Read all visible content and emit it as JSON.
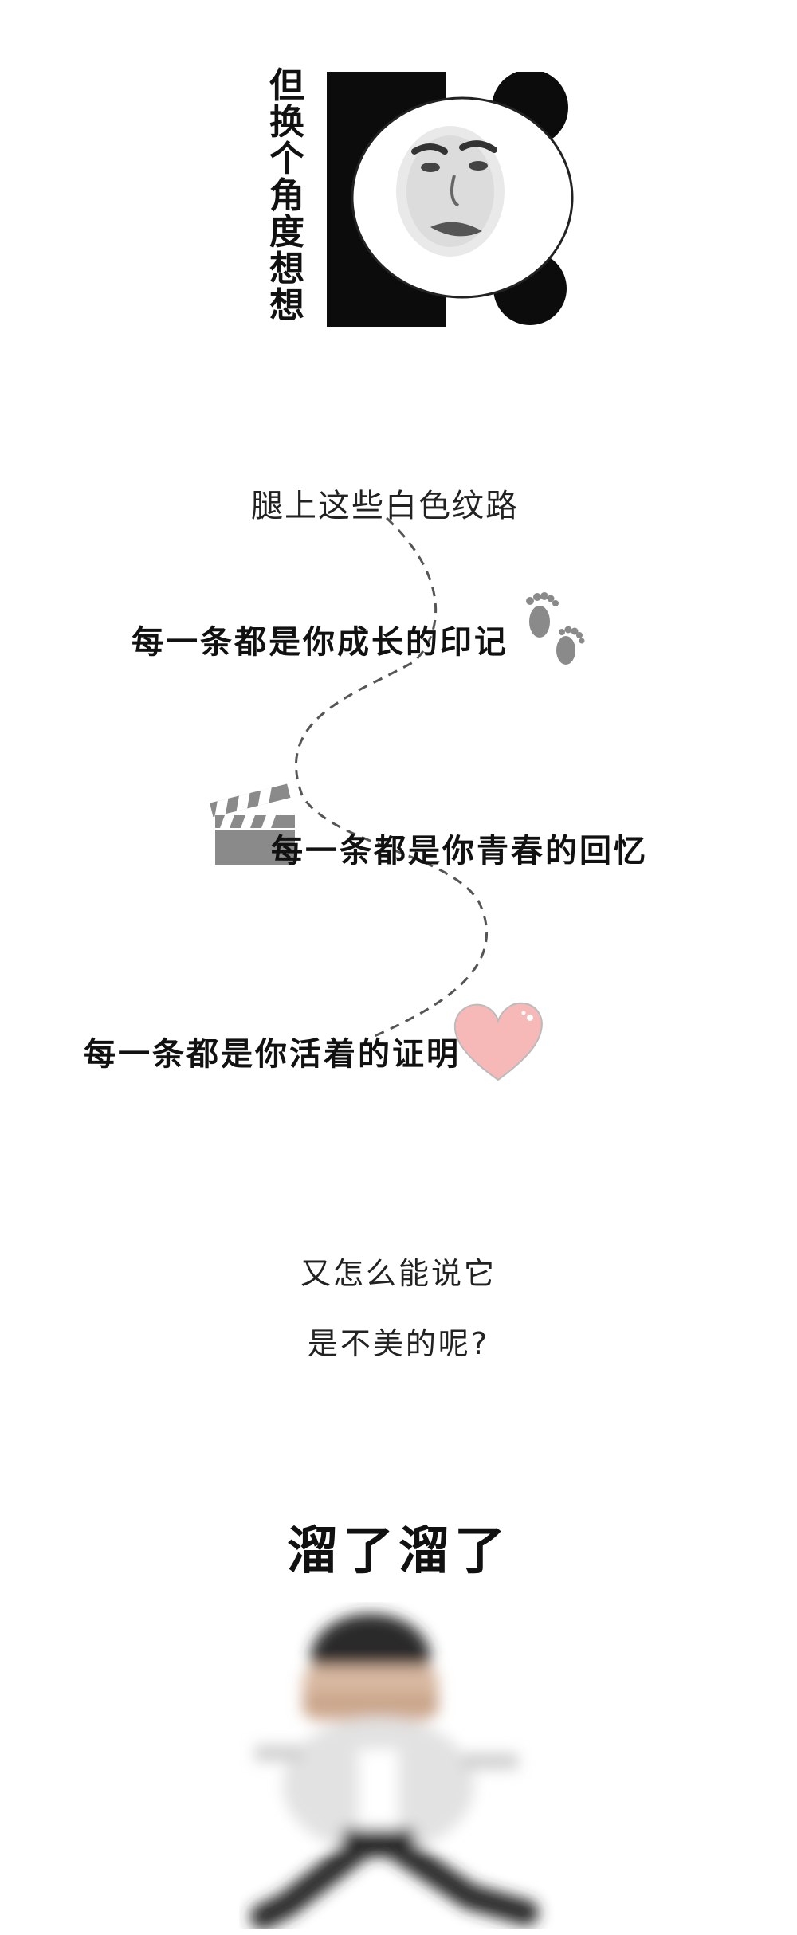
{
  "meme_top": {
    "caption": "但换个角度想想"
  },
  "poem": {
    "line1": "腿上这些白色纹路",
    "line2": "每一条都是你成长的印记",
    "line3": "每一条都是你青春的回忆",
    "line4": "每一条都是你活着的证明"
  },
  "question": {
    "line1": "又怎么能说它",
    "line2": "是不美的呢?"
  },
  "ending": {
    "slogan": "溜了溜了"
  },
  "icons": {
    "footprints": "footprints-icon",
    "clapperboard": "clapperboard-icon",
    "heart": "heart-icon"
  },
  "colors": {
    "icon_gray": "#8a8a8a",
    "heart_pink": "#f7b8b8",
    "text": "#111111"
  }
}
